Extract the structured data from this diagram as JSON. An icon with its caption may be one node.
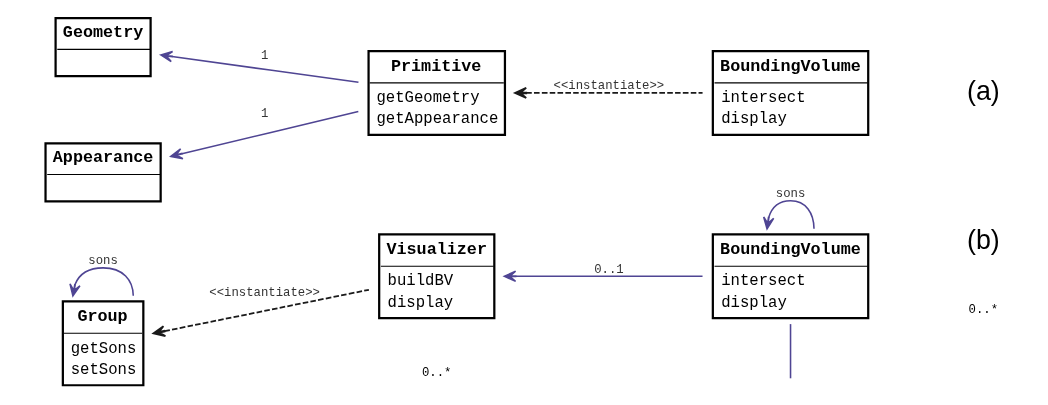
{
  "diagram": {
    "nodes": [
      {
        "text": [
          "Geometry"
        ]
      },
      {
        "text": [
          "Appearance"
        ]
      },
      {
        "text": [
          "Primitive",
          "getGeometry",
          "getAppearance"
        ]
      },
      {
        "text": [
          "BoundingVolume",
          "intersect",
          "display"
        ]
      },
      {
        "text": [
          "Group",
          "getSons",
          "setSons"
        ]
      },
      {
        "text": [
          "Visualizer",
          "buildBV",
          "display"
        ]
      },
      {
        "text": [
          "BoundingVolume",
          "intersect",
          "display"
        ]
      }
    ],
    "edges": [
      {
        "from": 2,
        "to": 0,
        "arrow": "to",
        "label": "1"
      },
      {
        "from": 2,
        "to": 1,
        "arrow": "to",
        "label": "1"
      },
      {
        "from": 3,
        "to": 2,
        "arrow": "to",
        "label": "<<instantiate>>",
        "style": "dashed",
        "color": "#1a1a1a"
      },
      {
        "from": 5,
        "to": 4,
        "arrow": "to",
        "label": "<<instantiate>>",
        "style": "dashed",
        "color": "#1a1a1a"
      },
      {
        "from": 4,
        "to": 4,
        "arrow": "to",
        "label": "sons"
      },
      {
        "from": 6,
        "to": 5,
        "arrow": "to",
        "label": "0..1"
      },
      {
        "from": 6,
        "to": 6,
        "arrow": "to",
        "label": "sons"
      },
      {
        "from": 6,
        "to": null,
        "arrow": "none"
      }
    ],
    "labels": [
      "(a)",
      "0..*",
      "(b)",
      "0..*"
    ]
  }
}
